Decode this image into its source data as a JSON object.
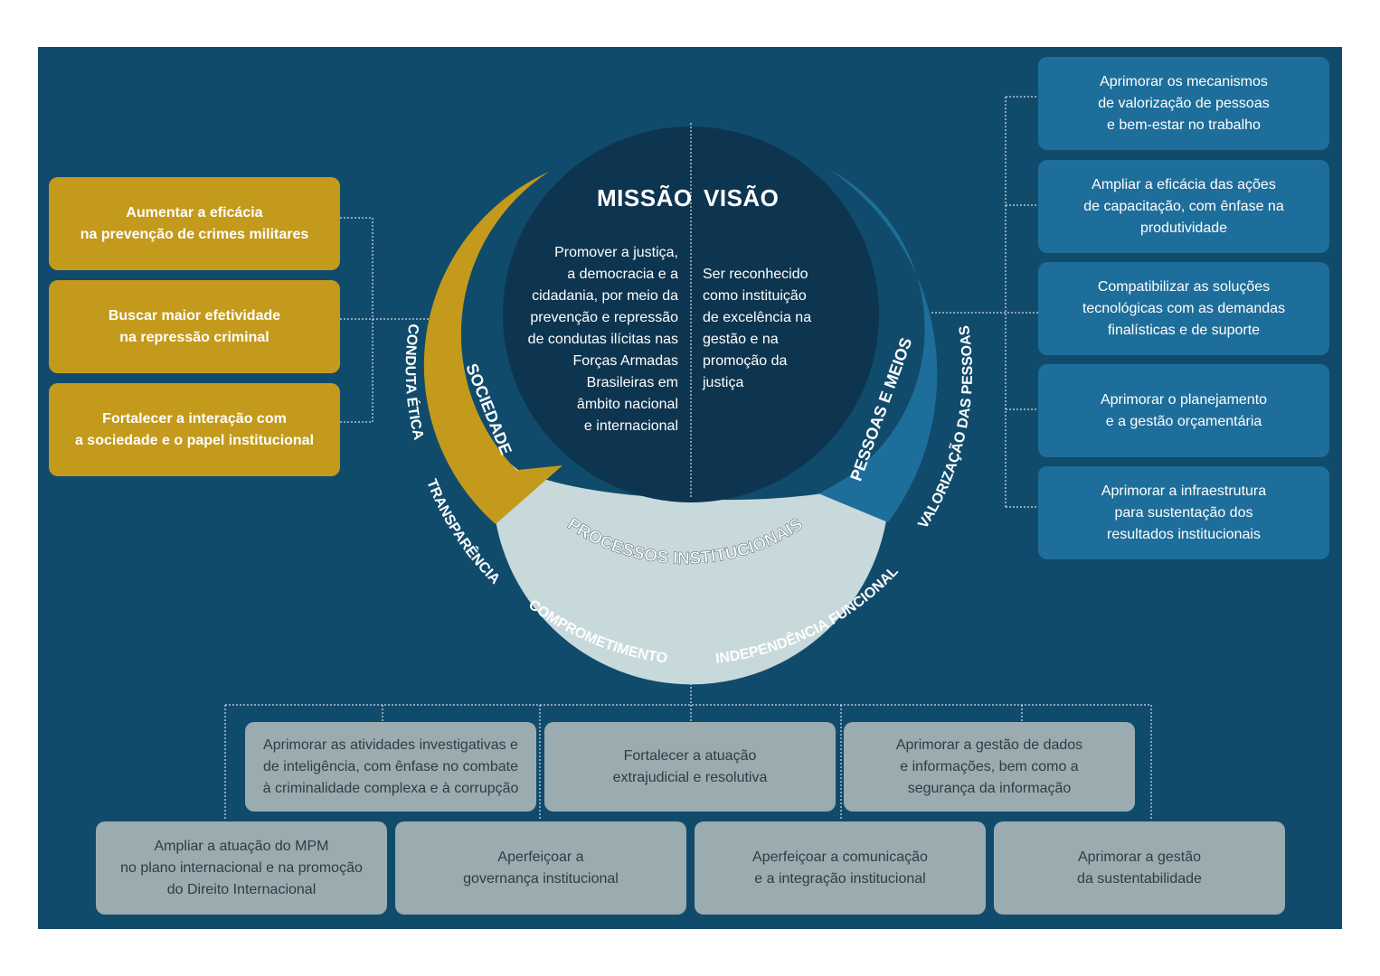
{
  "center": {
    "missao_title": "MISSÃO",
    "visao_title": "VISÃO",
    "missao_text": "Promover a justiça,\na democracia e a\ncidadania, por meio da\nprevenção e repressão\nde condutas ilícitas nas\nForças Armadas\nBrasileiras em\nâmbito nacional\ne internacional",
    "visao_text": "Ser reconhecido\ncomo instituição\nde excelência na\ngestão e na\npromoção da\njustiça"
  },
  "ring": {
    "sociedade": "SOCIEDADE",
    "pessoas_meios": "PESSOAS E MEIOS",
    "processos": "PROCESSOS INSTITUCIONAIS"
  },
  "values": {
    "conduta_etica": "CONDUTA ÉTICA",
    "transparencia": "TRANSPARÊNCIA",
    "comprometimento": "COMPROMETIMENTO",
    "independencia": "INDEPENDÊNCIA FUNCIONAL",
    "valorizacao": "VALORIZAÇÃO DAS PESSOAS"
  },
  "society_objectives": [
    "Aumentar a eficácia\nna prevenção de crimes militares",
    "Buscar maior efetividade\nna repressão criminal",
    "Fortalecer a interação com\na sociedade e o papel institucional"
  ],
  "people_objectives": [
    "Aprimorar os mecanismos\nde valorização de pessoas\ne bem-estar no trabalho",
    "Ampliar a eficácia das ações\nde capacitação, com ênfase na\nprodutividade",
    "Compatibilizar as soluções\ntecnológicas com as demandas\nfinalísticas e de suporte",
    "Aprimorar o planejamento\ne a gestão orçamentária",
    "Aprimorar a infraestrutura\npara sustentação dos\nresultados institucionais"
  ],
  "process_objectives_row1": [
    "Aprimorar as atividades investigativas e\nde inteligência, com ênfase no combate\nà criminalidade complexa e à corrupção",
    "Fortalecer a atuação\nextrajudicial e resolutiva",
    "Aprimorar a gestão de dados\ne informações, bem como a\nsegurança da informação"
  ],
  "process_objectives_row2": [
    "Ampliar a atuação do MPM\nno plano internacional e na promoção\ndo Direito Internacional",
    "Aperfeiçoar a\ngovernança institucional",
    "Aperfeiçoar a comunicação\ne a integração institucional",
    "Aprimorar a gestão\nda sustentabilidade"
  ],
  "colors": {
    "background": "#114b6b",
    "society": "#c49a1c",
    "people": "#1e6e9b",
    "process": "#9aacaf",
    "process_ring": "#c8d9db",
    "core": "#0d3550"
  }
}
